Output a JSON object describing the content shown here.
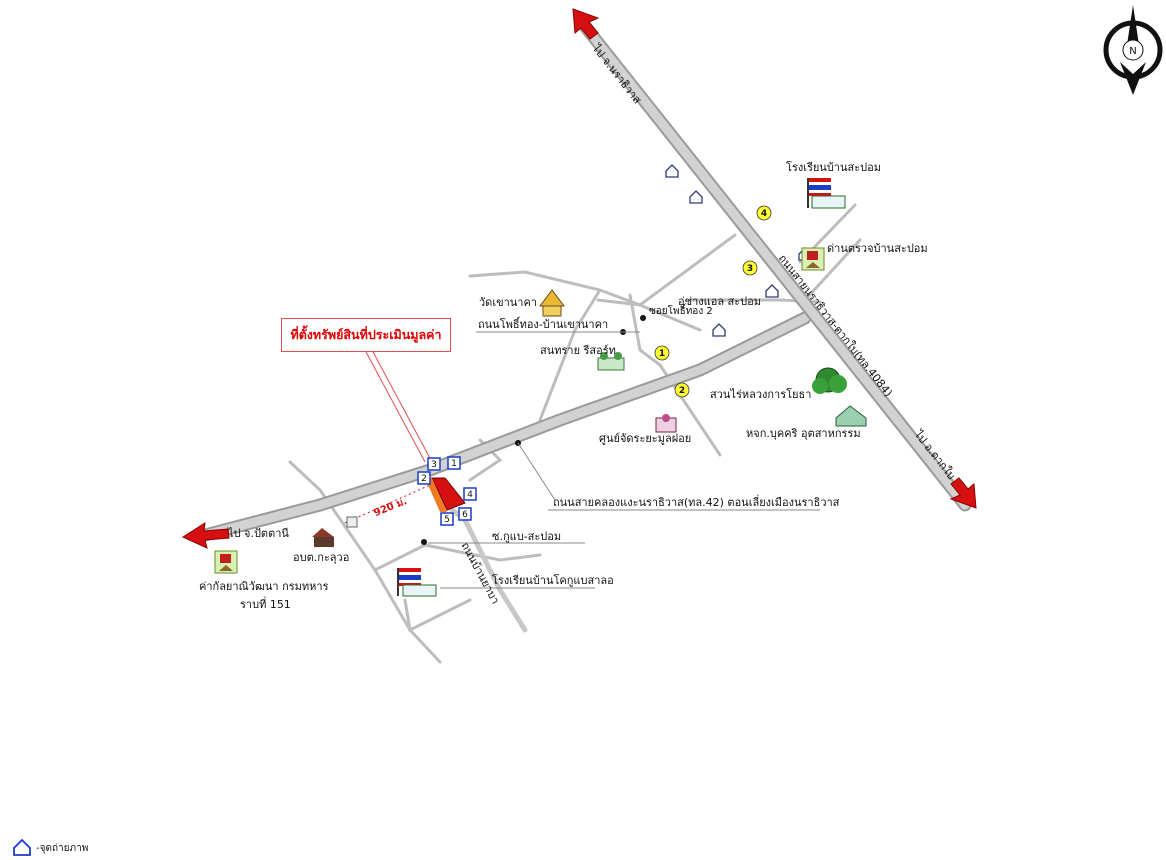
{
  "callout": {
    "title": "ที่ตั้งทรัพย์สินที่ประเมินมูลค่า"
  },
  "distance": "920 ม.",
  "compass": {
    "label": "N"
  },
  "directions": {
    "top": "ไป จ.นราธิวาส",
    "bottom_right": "ไป อ.ตากใบ",
    "left": "ไป จ.ปัตตานี"
  },
  "roads": {
    "main_diagonal": "ถนนสายนราธิวาส-ตากใบ(ทล.4084)",
    "secondary": "ถนนบ้านยาบา",
    "connector": "ถนนสายคลองแงะนราธิวาส(ทล.42) ตอนเลี่ยงเมืองนราธิวาส",
    "lane_khuba": "ซ.กูแบ-สะปอม",
    "soi_photong": "ซอยโพธิ์ทอง 2"
  },
  "places": {
    "school_sapom": "โรงเรียนบ้านสะปอม",
    "checkpoint": "ด่านตรวจบ้านสะปอม",
    "garage": "อู่ช่างแอล สะปอม",
    "wat_khaonaka": "วัดเขานาคา",
    "road_photong": "ถนนโพธิ์ทอง-บ้านเขานาคา",
    "resort": "สนทราย รีสอร์ท",
    "garden": "สวนไร่หลวงการโยธา",
    "factory": "หจก.บุคคริ อุตสาหกรรม",
    "center": "ศูนย์จัดระยะมูลฝอย",
    "obt": "อบต.กะลุวอ",
    "camp_line1": "ค่ากัลยาณิวัฒนา กรมทหาร",
    "camp_line2": "ราบที่ 151",
    "school_khokkhu": "โรงเรียนบ้านโคกูแบสาลอ"
  },
  "landmark_numbers": [
    "1",
    "2",
    "3",
    "4"
  ],
  "photo_points": [
    "1",
    "2",
    "3",
    "4",
    "5",
    "6"
  ],
  "legend": {
    "photo_point": "-จุดถ่ายภาพ"
  },
  "colors": {
    "road": "#c8c8c8",
    "minor_road": "#bdbdbd",
    "arrow": "#d61010",
    "parcel": "#d61010",
    "callout": "#e00000",
    "marker_fill": "#ffff33",
    "photo_point": "#1a3cc8"
  }
}
